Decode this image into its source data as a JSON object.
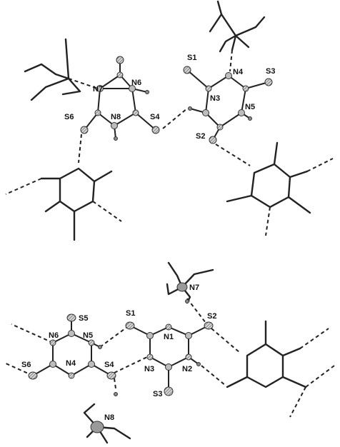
{
  "top_panel": {
    "labels": {
      "s1": "S1",
      "s2": "S2",
      "s3": "S3",
      "s4": "S4",
      "s6": "S6",
      "n3": "N3",
      "n4": "N4",
      "n5": "N5",
      "n6": "N6",
      "n7": "N7",
      "n8": "N8"
    }
  },
  "bottom_panel": {
    "labels": {
      "s1": "S1",
      "s2": "S2",
      "s3": "S3",
      "s4": "S4",
      "s5": "S5",
      "s6": "S6",
      "n1": "N1",
      "n2": "N2",
      "n3": "N3",
      "n4": "N4",
      "n5": "N5",
      "n6": "N6",
      "n7": "N7",
      "n8": "N8"
    }
  },
  "colors": {
    "atom_fill": "#bdbdbd",
    "hatch": "#555555",
    "line": "#222222"
  }
}
